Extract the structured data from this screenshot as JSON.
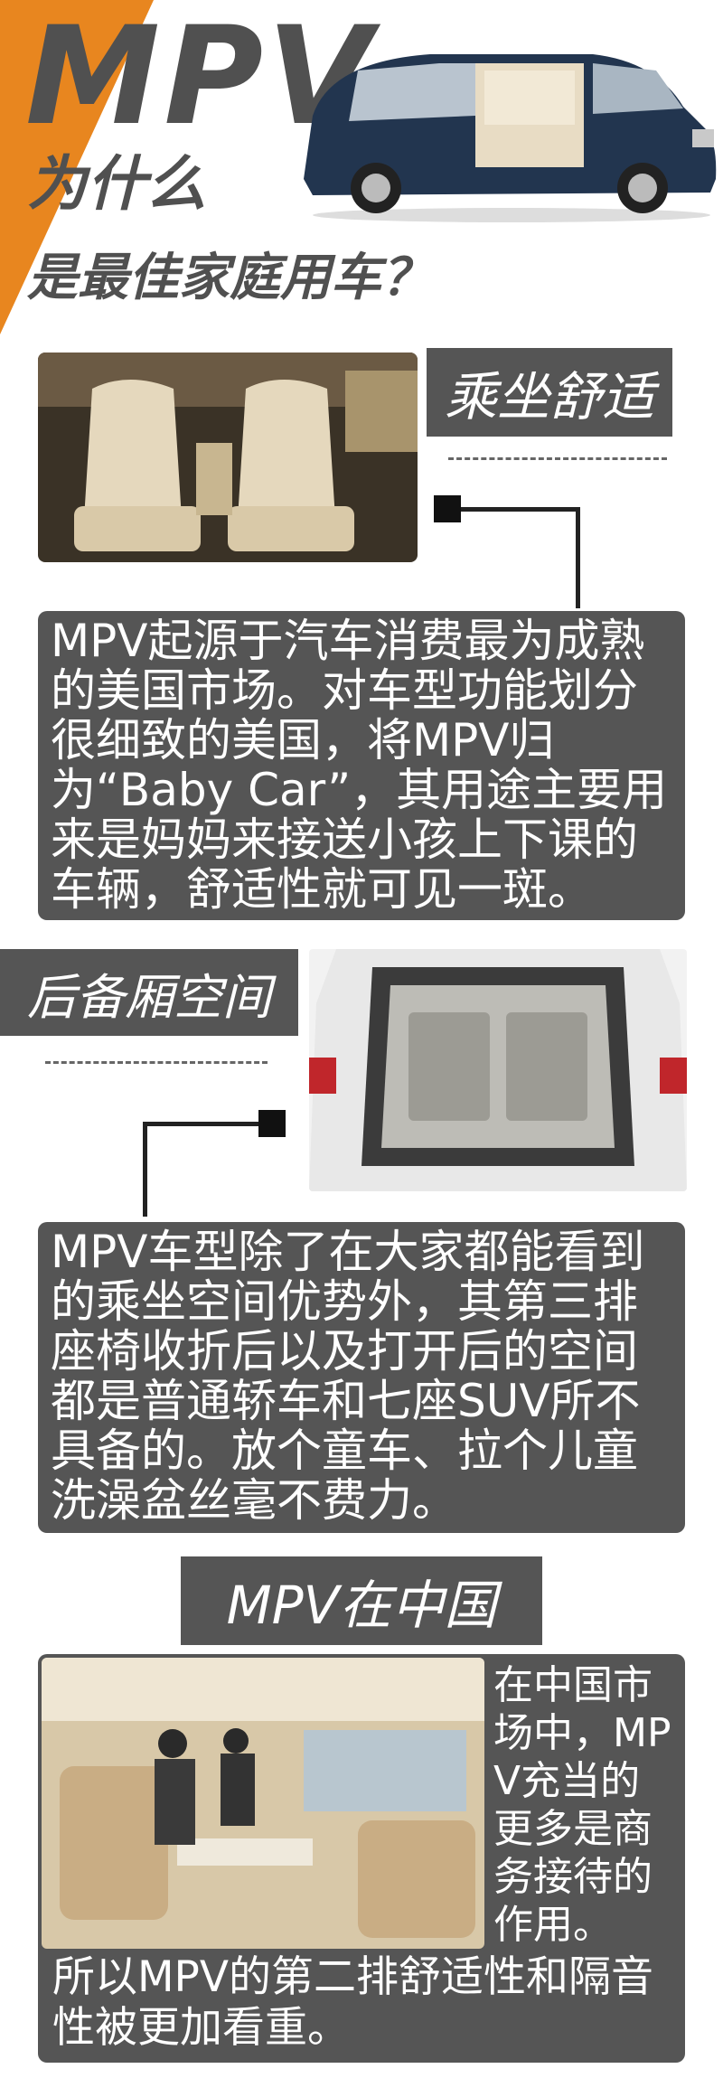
{
  "title": {
    "line1": "MPV",
    "line2": "为什么",
    "line3": "是最佳家庭用车？"
  },
  "sections": [
    {
      "heading": "乘坐舒适",
      "body": "MPV起源于汽车消费最为成熟的美国市场。对车型功能划分很细致的美国，将MPV归为“Baby Car”，其用途主要用来是妈妈来接送小孩上下课的车辆，舒适性就可见一斑。"
    },
    {
      "heading": "后备厢空间",
      "body": "MPV车型除了在大家都能看到的乘坐空间优势外，其第三排座椅收折后以及打开后的空间都是普通轿车和七座SUV所不具备的。放个童车、拉个儿童洗澡盆丝毫不费力。"
    },
    {
      "heading": "MPV在中国",
      "side_text": "在中国市场中，MPV充当的更多是商务接待的作用。",
      "bottom_text": "所以MPV的第二排舒适性和隔音性被更加看重。"
    }
  ],
  "colors": {
    "accent": "#e8861f",
    "box": "#555555",
    "title_gray": "#505050"
  }
}
